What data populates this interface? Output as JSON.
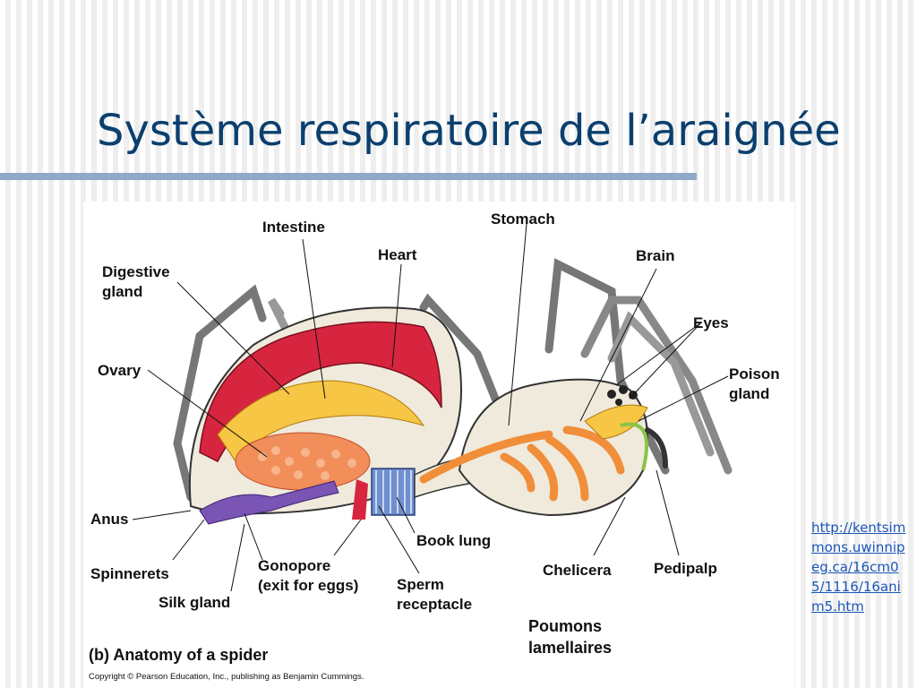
{
  "slide": {
    "title": "Système respiratoire de l’araignée",
    "link": "http://kentsimmons.uwinnipeg.ca/16cm05/1116/16anim5.htm"
  },
  "figure": {
    "labels": {
      "intestine": "Intestine",
      "stomach": "Stomach",
      "heart": "Heart",
      "brain": "Brain",
      "digestive_gland_1": "Digestive",
      "digestive_gland_2": "gland",
      "eyes": "Eyes",
      "ovary": "Ovary",
      "poison_gland_1": "Poison",
      "poison_gland_2": "gland",
      "anus": "Anus",
      "book_lung": "Book lung",
      "spinnerets": "Spinnerets",
      "gonopore_1": "Gonopore",
      "gonopore_2": "(exit for eggs)",
      "chelicera": "Chelicera",
      "pedipalp": "Pedipalp",
      "silk_gland": "Silk gland",
      "sperm_receptacle_1": "Sperm",
      "sperm_receptacle_2": "receptacle"
    },
    "caption": "(b) Anatomy of a spider",
    "copyright": "Copyright © Pearson Education, Inc., publishing as Benjamin Cummings.",
    "poumons_1": "Poumons",
    "poumons_2": "lamellaires"
  },
  "colors": {
    "title": "#0b3f6e",
    "rule": "#8fa9c8",
    "link": "#1a55b8",
    "heart_red": "#d8253f",
    "gut_yellow": "#f6c644",
    "ovary_orange": "#f18e5a",
    "silk_purple": "#7a55b5",
    "lung_blue": "#6f8fcf"
  }
}
